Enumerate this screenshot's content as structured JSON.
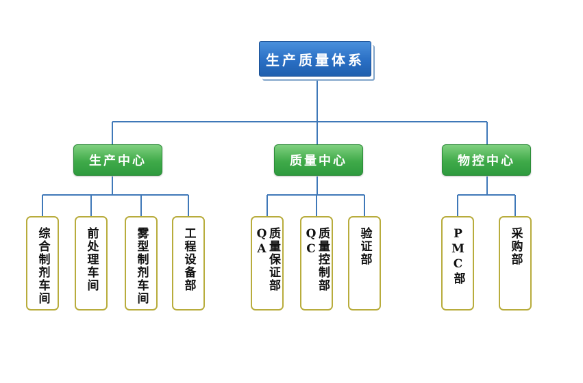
{
  "root": {
    "label": "生产质量体系"
  },
  "centers": [
    {
      "label": "生产中心",
      "departments": [
        "综合制剂车间",
        "前处理车间",
        "雾型制剂车间",
        "工程设备部"
      ]
    },
    {
      "label": "质量中心",
      "departments": [
        "质量保证部QA",
        "质量控制部QC",
        "验证部"
      ]
    },
    {
      "label": "物控中心",
      "departments": [
        "PMC部",
        "采购部"
      ]
    }
  ],
  "colors": {
    "connector": "#3f78b8",
    "root_fill": "#2a6fc4",
    "center_fill": "#3faa49",
    "dept_border": "#b8ac3c"
  }
}
